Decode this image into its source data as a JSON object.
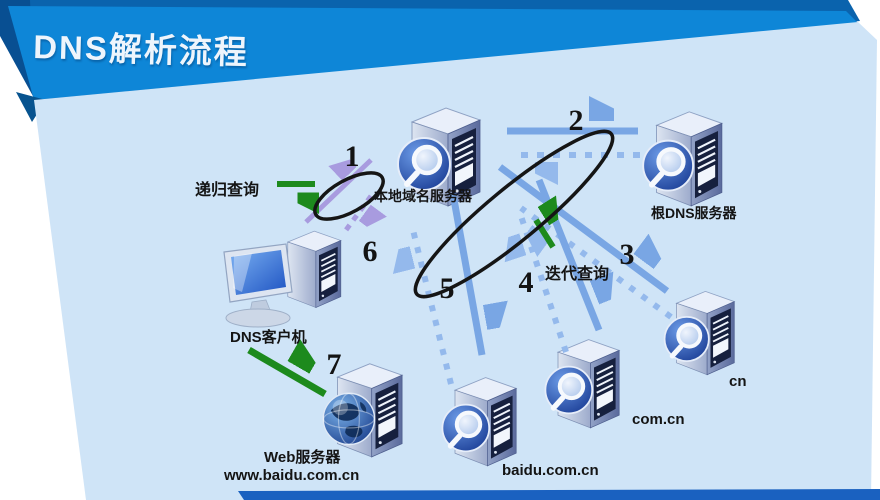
{
  "slide": {
    "title": "DNS解析流程",
    "colors": {
      "banner": "#0e86d7",
      "banner_dark": "#0a63ad",
      "content_bg": "#cfe4f7",
      "bottom_bar": "#1a61c0",
      "query_arrow": "#79a6e4",
      "reply_arrow": "#94b9ec",
      "client_query_arrow": "#a89bdf",
      "green_arrow": "#1d8a1d",
      "ellipse": "#151515"
    }
  },
  "diagram": {
    "nodes": [
      {
        "id": "local-dns",
        "label": "本地域名服务器"
      },
      {
        "id": "root-dns",
        "label": "根DNS服务器"
      },
      {
        "id": "dns-client",
        "label": "DNS客户机"
      },
      {
        "id": "cn-server",
        "label": "cn"
      },
      {
        "id": "comcn-server",
        "label": "com.cn"
      },
      {
        "id": "baidu-server",
        "label": "baidu.com.cn"
      },
      {
        "id": "web-server",
        "label": "Web服务器",
        "sublabel": "www.baidu.com.cn"
      }
    ],
    "annotations": {
      "recursive": "递归查询",
      "iterative": "迭代查询"
    },
    "steps": [
      "1",
      "2",
      "3",
      "4",
      "5",
      "6",
      "7"
    ]
  }
}
